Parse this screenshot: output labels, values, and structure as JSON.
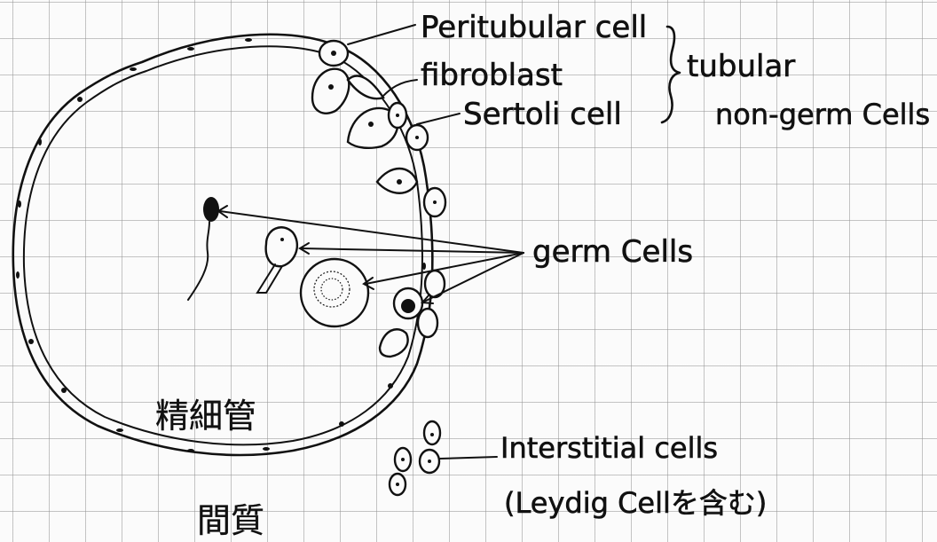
{
  "labels": {
    "peritubular": "Peritubular cell",
    "fibroblast": "fibroblast",
    "sertoli": "Sertoli cell",
    "tubular": "tubular",
    "nongerm": "non-germ Cells",
    "germ": "germ Cells",
    "interstitial": "Interstitial cells",
    "leydig": "(Leydig Cellを含む)",
    "tubule": "精細管",
    "interstitium": "間質"
  },
  "colors": {
    "ink": "#111111",
    "paper": "#fbfbfb",
    "grid": "#969696"
  }
}
